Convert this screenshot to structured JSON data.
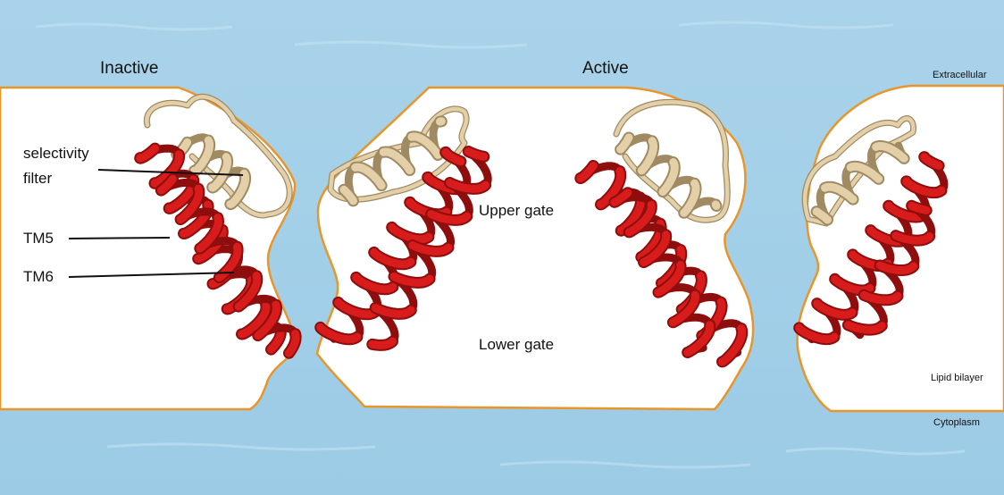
{
  "colors": {
    "background_top": "#a9d3ea",
    "background_bottom": "#9ccbe6",
    "membrane_fill": "#ffffff",
    "membrane_outline": "#e8952a",
    "helix_red": "#d81c1c",
    "helix_red_dark": "#8e0d0d",
    "filter_tan": "#e3cfa8",
    "filter_tan_dark": "#a08a62",
    "annotation_line": "#111111"
  },
  "headings": {
    "inactive": "Inactive",
    "active": "Active"
  },
  "regions": {
    "extracellular": "Extracellular",
    "lipid_bilayer": "Lipid bilayer",
    "cytoplasm": "Cytoplasm"
  },
  "annotations": {
    "selectivity_filter_line1": "selectivity",
    "selectivity_filter_line2": "filter",
    "tm5": "TM5",
    "tm6": "TM6",
    "upper_gate": "Upper gate",
    "lower_gate": "Lower gate"
  },
  "icons": {
    "helix": "alpha-helix-ribbon-icon",
    "loop": "selectivity-filter-loop-icon"
  }
}
